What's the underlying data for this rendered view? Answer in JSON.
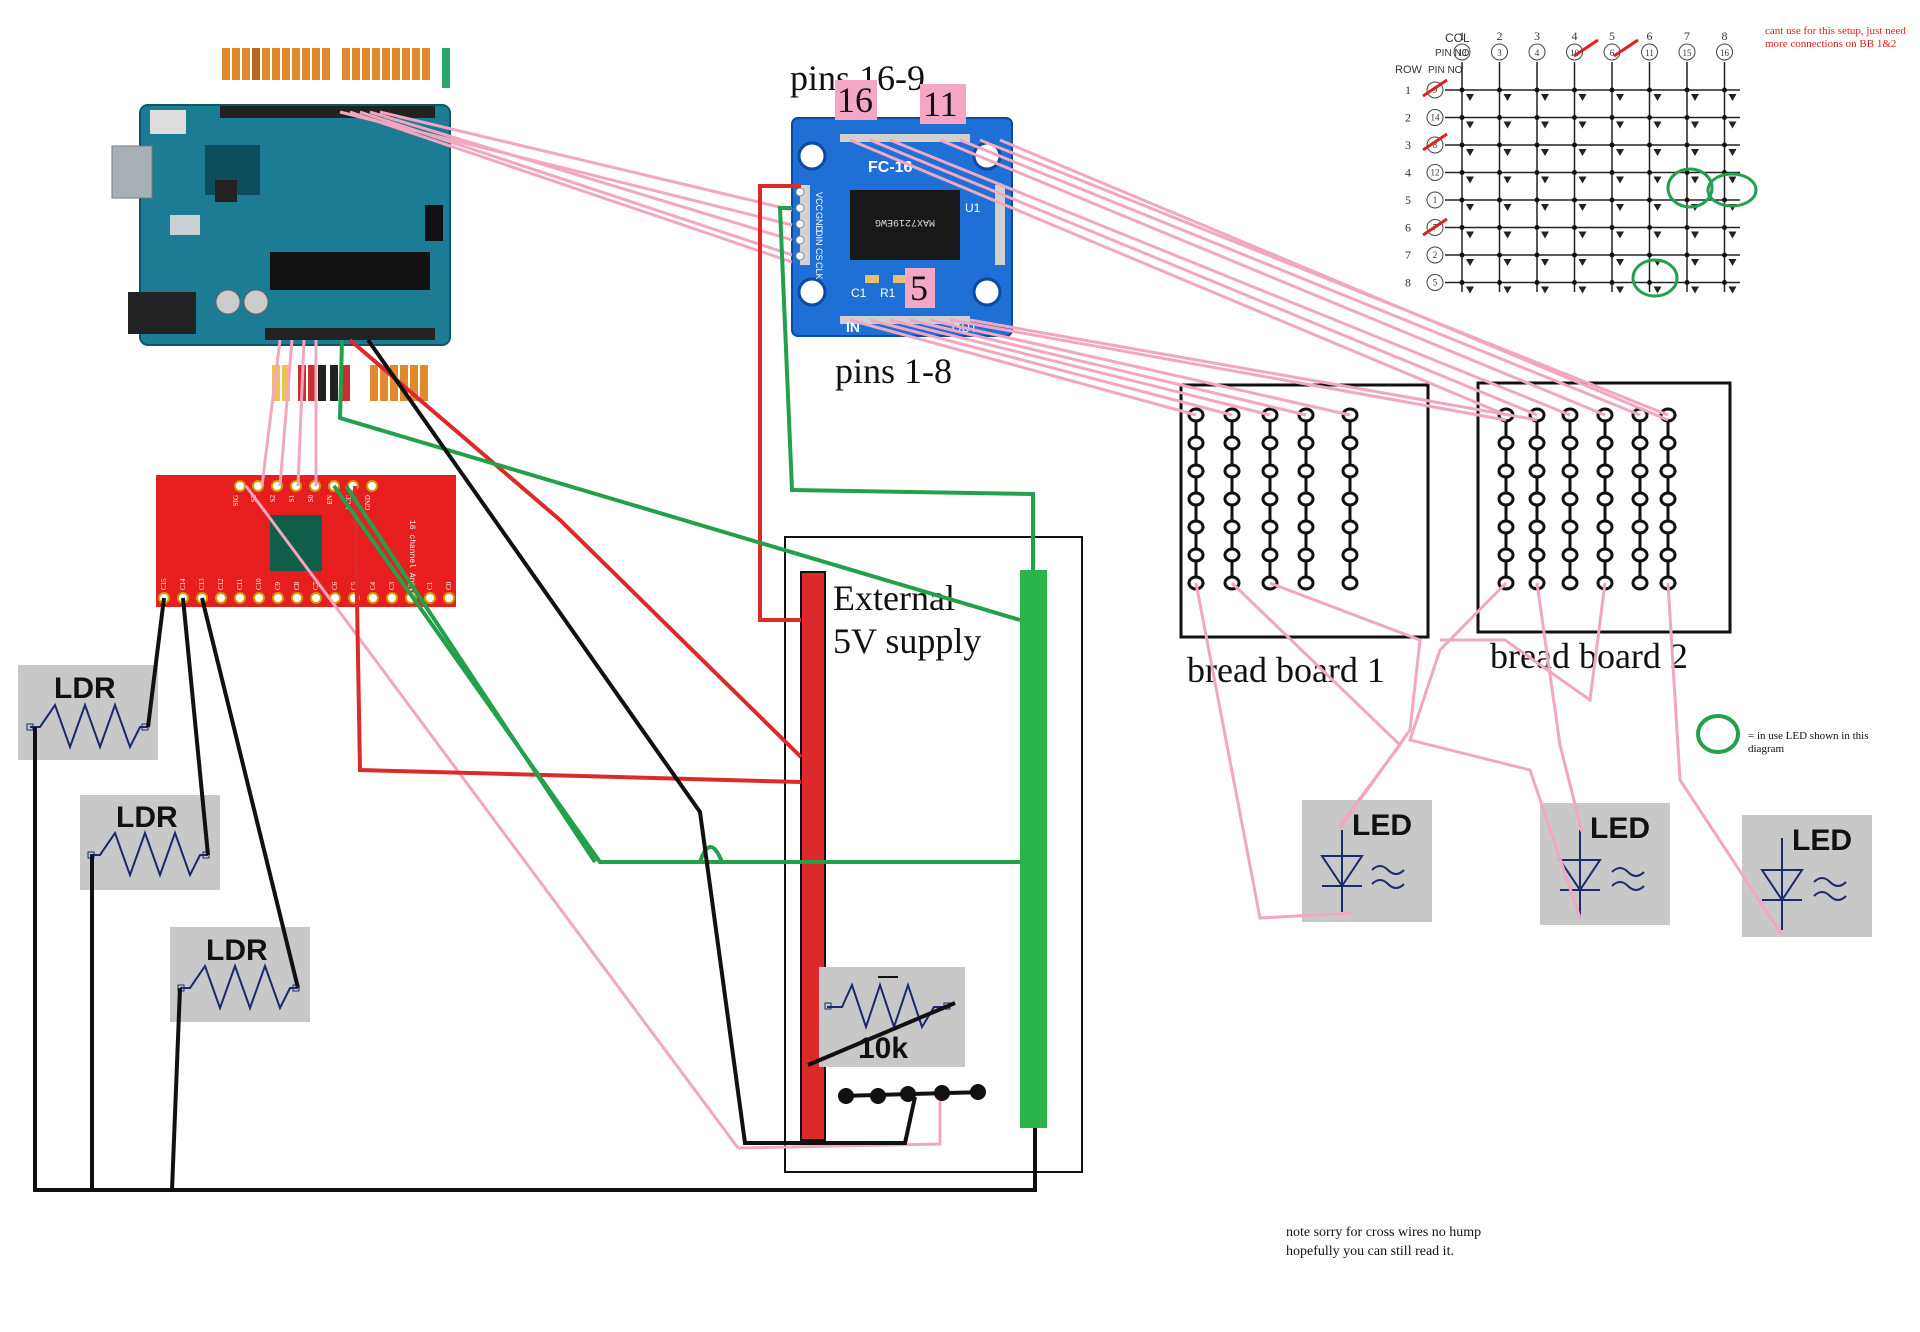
{
  "module_labels": {
    "pins_top": "pins 16-9",
    "pin16": "16",
    "pin11": "11",
    "pin5": "5",
    "pins_bottom": "pins 1-8",
    "fc16": "FC-16",
    "chip": "MAX7219EWG",
    "u1": "U1",
    "c1": "C1",
    "r1": "R1",
    "in_label": "IN",
    "out_label": "OUT",
    "side_pins": [
      "VCC",
      "GND",
      "DIN",
      "CS",
      "CLK"
    ]
  },
  "supply": {
    "line1": "External",
    "line2": "5V supply",
    "pot_label": "10k"
  },
  "breadboards": [
    "bread board 1",
    "bread board 2"
  ],
  "ldr_labels": [
    "LDR",
    "LDR",
    "LDR"
  ],
  "led_labels": [
    "LED",
    "LED",
    "LED"
  ],
  "matrix": {
    "col_label": "COL",
    "pin_no_label": "PIN NO",
    "row_label": "ROW",
    "cols": [
      "1",
      "2",
      "3",
      "4",
      "5",
      "6",
      "7",
      "8"
    ],
    "col_pins": [
      "13",
      "3",
      "4",
      "10",
      "6",
      "11",
      "15",
      "16"
    ],
    "rows": [
      "1",
      "2",
      "3",
      "4",
      "5",
      "6",
      "7",
      "8"
    ],
    "row_pins": [
      "9",
      "14",
      "8",
      "12",
      "1",
      "7",
      "2",
      "5"
    ]
  },
  "notes": {
    "red_note_line1": "cant use for this setup, just need",
    "red_note_line2": "more connections on BB 1&2",
    "legend_line1": "= in use LED shown in this",
    "legend_line2": "diagram",
    "bottom_line1": "note sorry for cross wires no hump",
    "bottom_line2": "hopefully you can still read it."
  },
  "mux": {
    "title": "16 channel Analog Multiplexer",
    "top_pins": [
      "SIG",
      "S3",
      "S2",
      "S1",
      "S0",
      "EN",
      "VCC",
      "GND"
    ],
    "bottom_pins": [
      "C15",
      "C14",
      "C13",
      "C12",
      "C11",
      "C10",
      "C9",
      "C8",
      "C7",
      "C6",
      "C5",
      "C4",
      "C3",
      "C2",
      "C1",
      "C0"
    ]
  },
  "colors": {
    "wire_pink": "#f2a7c0",
    "wire_red": "#dc2a2a",
    "wire_green": "#22a04a",
    "wire_black": "#111111",
    "arduino": "#1b7c93",
    "mux_board": "#e81e1e",
    "max_board": "#1e6fd6",
    "note_red": "#e02020",
    "box_gray": "#c8c8c8"
  }
}
